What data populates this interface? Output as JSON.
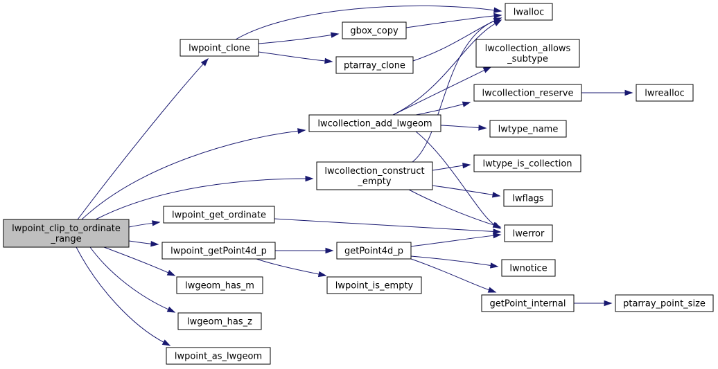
{
  "nodes": [
    {
      "id": "root",
      "lines": [
        "lwpoint_clip_to_ordinate",
        "_range"
      ]
    },
    {
      "id": "lwpoint_clone",
      "lines": [
        "lwpoint_clone"
      ]
    },
    {
      "id": "lwcollection_add_lwgeom",
      "lines": [
        "lwcollection_add_lwgeom"
      ]
    },
    {
      "id": "lwcollection_construct_empty",
      "lines": [
        "lwcollection_construct",
        "_empty"
      ]
    },
    {
      "id": "lwpoint_get_ordinate",
      "lines": [
        "lwpoint_get_ordinate"
      ]
    },
    {
      "id": "lwpoint_getPoint4d_p",
      "lines": [
        "lwpoint_getPoint4d_p"
      ]
    },
    {
      "id": "lwgeom_has_m",
      "lines": [
        "lwgeom_has_m"
      ]
    },
    {
      "id": "lwgeom_has_z",
      "lines": [
        "lwgeom_has_z"
      ]
    },
    {
      "id": "lwpoint_as_lwgeom",
      "lines": [
        "lwpoint_as_lwgeom"
      ]
    },
    {
      "id": "gbox_copy",
      "lines": [
        "gbox_copy"
      ]
    },
    {
      "id": "ptarray_clone",
      "lines": [
        "ptarray_clone"
      ]
    },
    {
      "id": "getPoint4d_p",
      "lines": [
        "getPoint4d_p"
      ]
    },
    {
      "id": "lwpoint_is_empty",
      "lines": [
        "lwpoint_is_empty"
      ]
    },
    {
      "id": "lwalloc",
      "lines": [
        "lwalloc"
      ]
    },
    {
      "id": "lwcollection_allows_subtype",
      "lines": [
        "lwcollection_allows",
        "_subtype"
      ]
    },
    {
      "id": "lwcollection_reserve",
      "lines": [
        "lwcollection_reserve"
      ]
    },
    {
      "id": "lwtype_name",
      "lines": [
        "lwtype_name"
      ]
    },
    {
      "id": "lwtype_is_collection",
      "lines": [
        "lwtype_is_collection"
      ]
    },
    {
      "id": "lwflags",
      "lines": [
        "lwflags"
      ]
    },
    {
      "id": "lwerror",
      "lines": [
        "lwerror"
      ]
    },
    {
      "id": "lwnotice",
      "lines": [
        "lwnotice"
      ]
    },
    {
      "id": "getPoint_internal",
      "lines": [
        "getPoint_internal"
      ]
    },
    {
      "id": "lwrealloc",
      "lines": [
        "lwrealloc"
      ]
    },
    {
      "id": "ptarray_point_size",
      "lines": [
        "ptarray_point_size"
      ]
    }
  ],
  "edges": [
    [
      "root",
      "lwpoint_clone"
    ],
    [
      "root",
      "lwcollection_add_lwgeom"
    ],
    [
      "root",
      "lwcollection_construct_empty"
    ],
    [
      "root",
      "lwpoint_get_ordinate"
    ],
    [
      "root",
      "lwpoint_getPoint4d_p"
    ],
    [
      "root",
      "lwgeom_has_m"
    ],
    [
      "root",
      "lwgeom_has_z"
    ],
    [
      "root",
      "lwpoint_as_lwgeom"
    ],
    [
      "lwpoint_clone",
      "lwalloc"
    ],
    [
      "lwpoint_clone",
      "gbox_copy"
    ],
    [
      "lwpoint_clone",
      "ptarray_clone"
    ],
    [
      "gbox_copy",
      "lwalloc"
    ],
    [
      "ptarray_clone",
      "lwalloc"
    ],
    [
      "lwcollection_add_lwgeom",
      "lwalloc"
    ],
    [
      "lwcollection_add_lwgeom",
      "lwcollection_allows_subtype"
    ],
    [
      "lwcollection_add_lwgeom",
      "lwcollection_reserve"
    ],
    [
      "lwcollection_add_lwgeom",
      "lwtype_name"
    ],
    [
      "lwcollection_add_lwgeom",
      "lwerror"
    ],
    [
      "lwcollection_reserve",
      "lwrealloc"
    ],
    [
      "lwcollection_construct_empty",
      "lwalloc"
    ],
    [
      "lwcollection_construct_empty",
      "lwtype_is_collection"
    ],
    [
      "lwcollection_construct_empty",
      "lwflags"
    ],
    [
      "lwcollection_construct_empty",
      "lwerror"
    ],
    [
      "lwpoint_get_ordinate",
      "lwerror"
    ],
    [
      "lwpoint_getPoint4d_p",
      "getPoint4d_p"
    ],
    [
      "lwpoint_getPoint4d_p",
      "lwpoint_is_empty"
    ],
    [
      "getPoint4d_p",
      "lwerror"
    ],
    [
      "getPoint4d_p",
      "lwnotice"
    ],
    [
      "getPoint4d_p",
      "getPoint_internal"
    ],
    [
      "getPoint_internal",
      "ptarray_point_size"
    ]
  ],
  "colors": {
    "edge": "#191970",
    "root_fill": "#bfbfbf",
    "node_fill": "#ffffff",
    "node_stroke": "#000000"
  }
}
